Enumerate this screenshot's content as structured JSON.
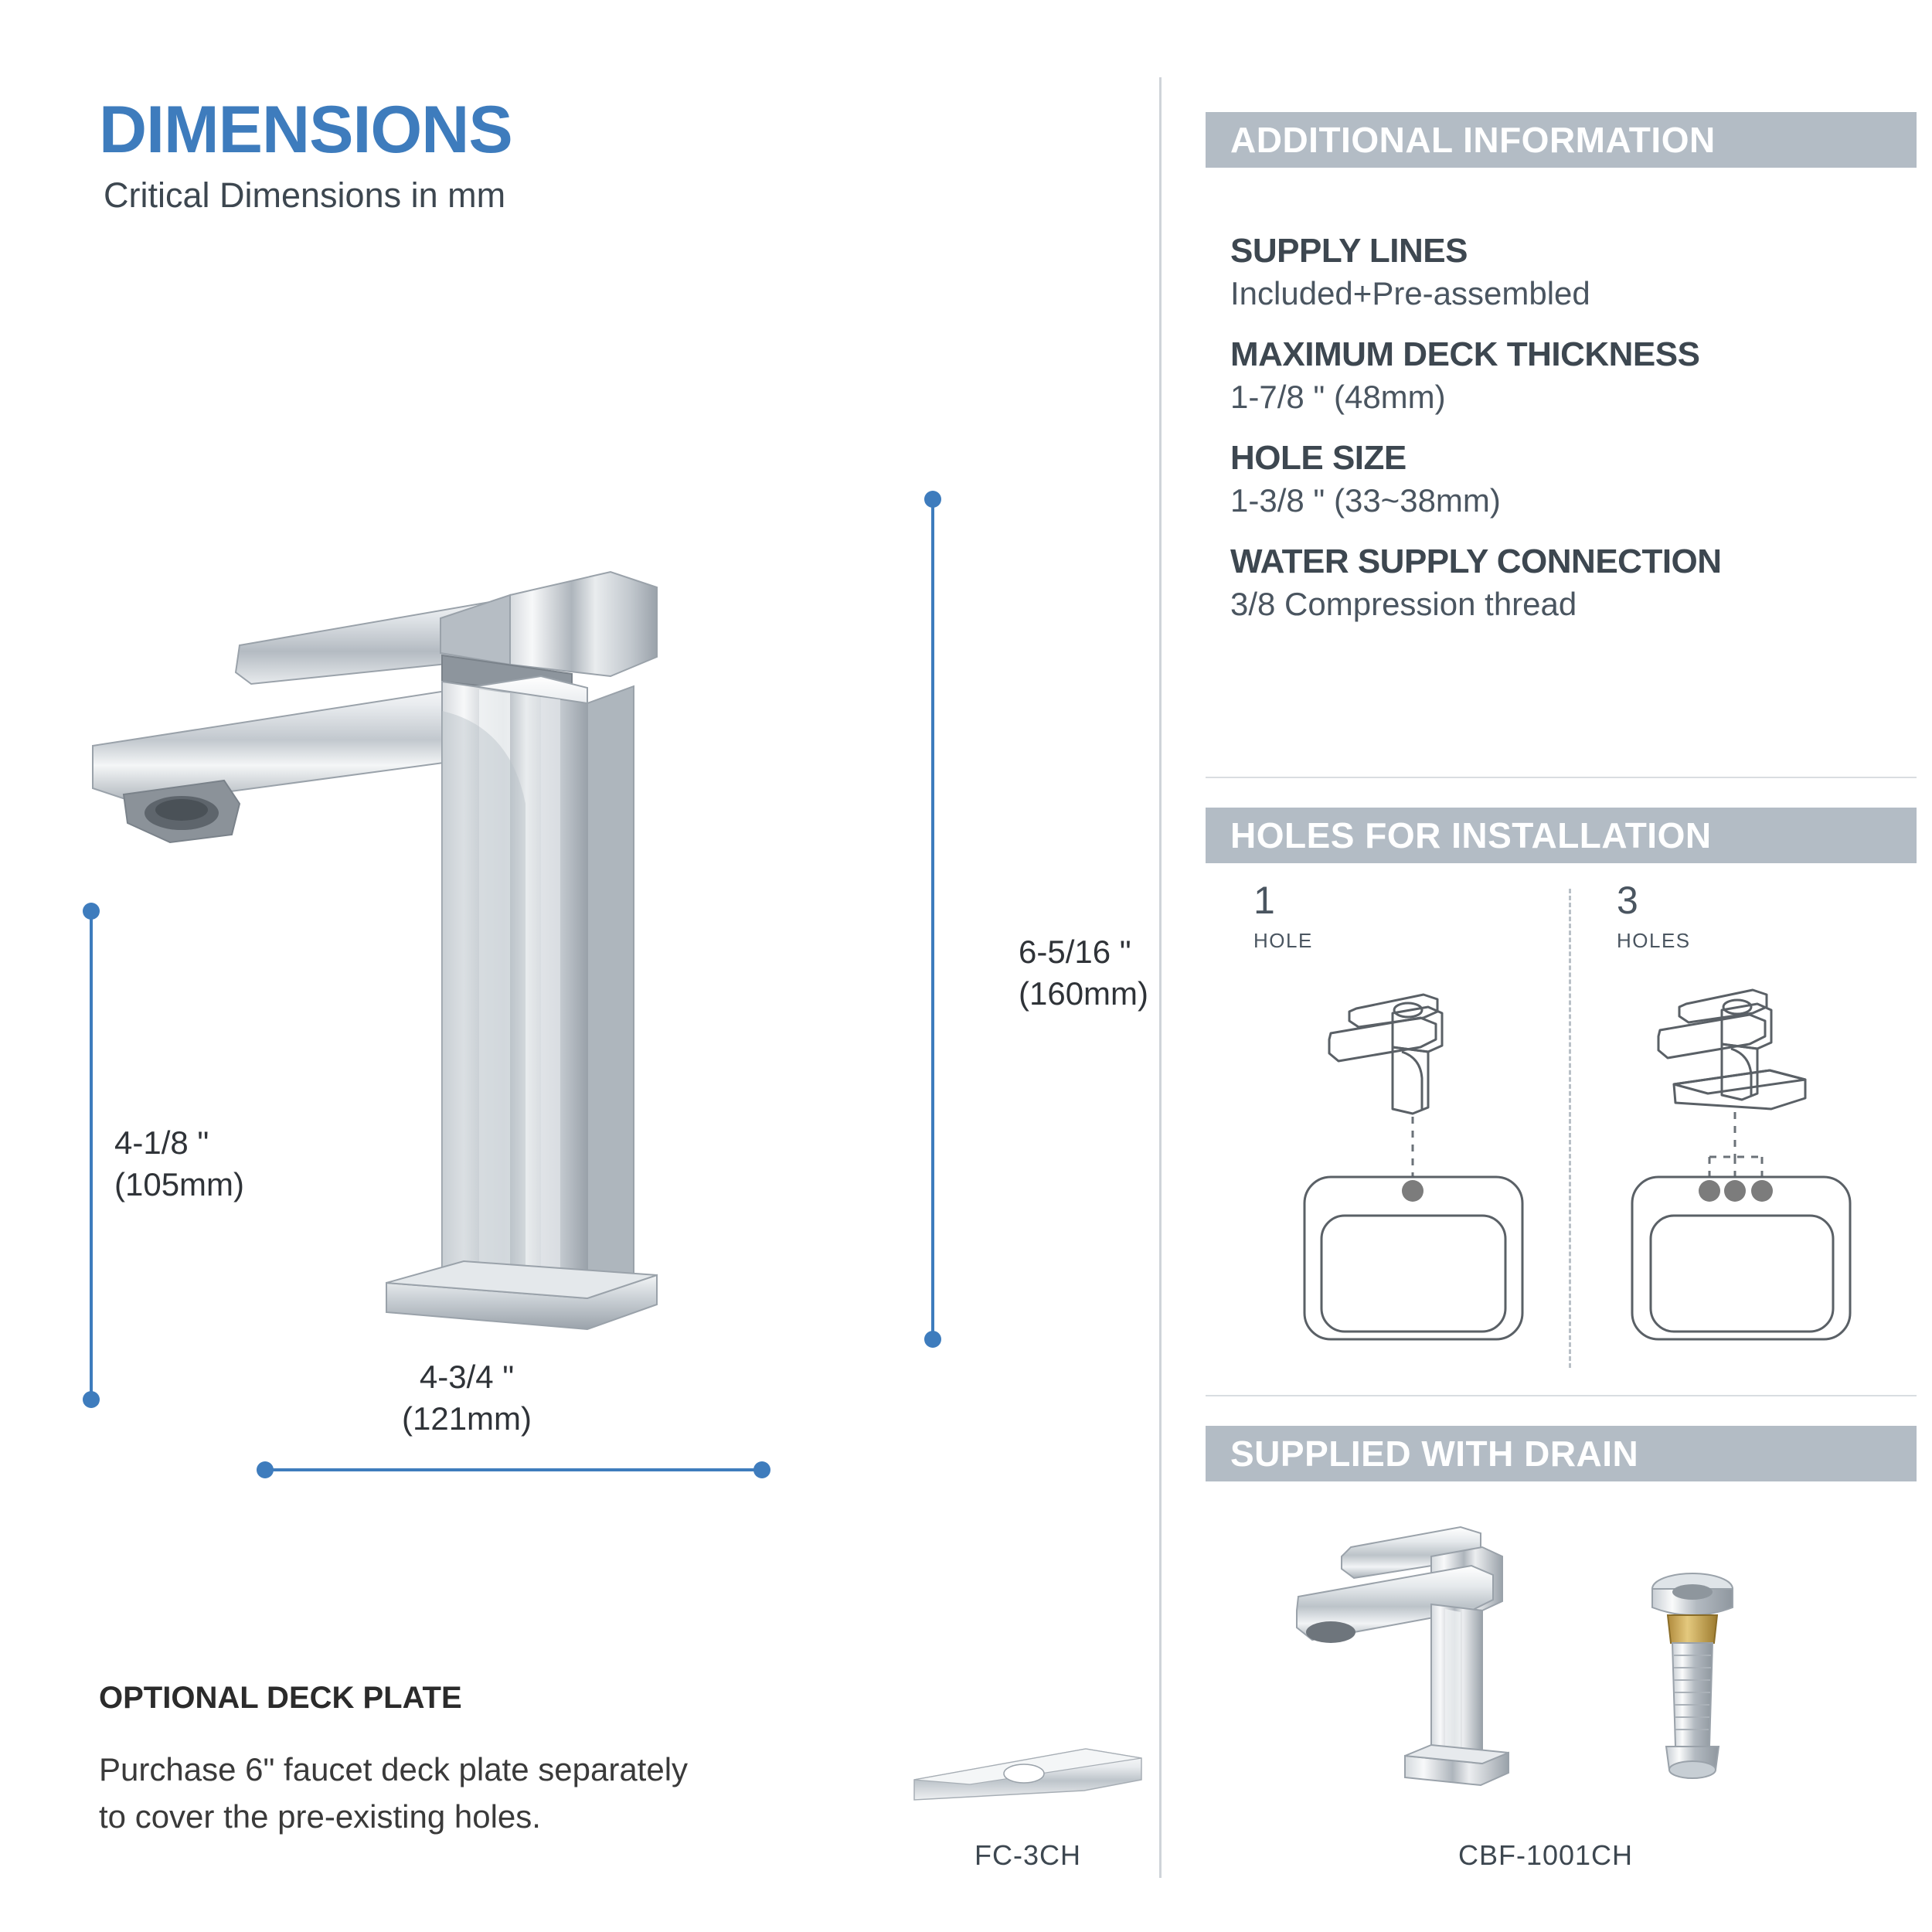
{
  "title": {
    "heading": "DIMENSIONS",
    "subheading": "Critical Dimensions in mm"
  },
  "colors": {
    "accent_blue": "#3e7cbd",
    "section_bar_gray": "#b3bcc5",
    "text_dark": "#3d4750",
    "hole_dot_gray": "#7c7c7c"
  },
  "dimensions": {
    "height": "6-5/16 \"\n(160mm)",
    "spout_height": "4-1/8 \"\n(105mm)",
    "reach": "4-3/4 \"\n(121mm)"
  },
  "deck_plate": {
    "heading": "OPTIONAL DECK PLATE",
    "body": "Purchase 6\" faucet deck plate separately\nto cover the pre-existing holes.",
    "model": "FC-3CH"
  },
  "sections": {
    "additional_information": {
      "bar_label": "ADDITIONAL INFORMATION",
      "specs": [
        {
          "term": "SUPPLY LINES",
          "desc": "Included+Pre-assembled"
        },
        {
          "term": "MAXIMUM DECK THICKNESS",
          "desc": "1-7/8 \" (48mm)"
        },
        {
          "term": "HOLE SIZE",
          "desc": "1-3/8 \" (33~38mm)"
        },
        {
          "term": "WATER SUPPLY CONNECTION",
          "desc": "3/8 Compression thread"
        }
      ]
    },
    "holes_for_installation": {
      "bar_label": "HOLES FOR INSTALLATION",
      "options": [
        {
          "count": "1",
          "unit": "HOLE"
        },
        {
          "count": "3",
          "unit": "HOLES"
        }
      ]
    },
    "supplied_with_drain": {
      "bar_label": "SUPPLIED WITH DRAIN",
      "model": "CBF-1001CH"
    }
  }
}
